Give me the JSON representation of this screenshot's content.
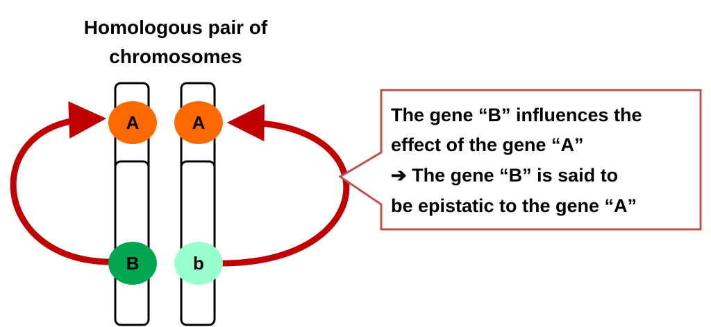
{
  "title": {
    "line1": "Homologous pair of",
    "line2": "chromosomes"
  },
  "genes": {
    "left_top": {
      "label": "A",
      "color": "#ff6a00"
    },
    "right_top": {
      "label": "A",
      "color": "#ff6a00"
    },
    "left_bottom": {
      "label": "B",
      "color": "#00a550"
    },
    "right_bottom": {
      "label": "b",
      "color": "#99ffcc"
    }
  },
  "colors": {
    "arrow": "#c00000",
    "callout_border": "#c0504d",
    "chromosome_border": "#000000"
  },
  "callout": {
    "line1": "The gene “B” influences the",
    "line2": "effect of the gene “A”",
    "line3_arrow": "➔",
    "line3": " The gene “B” is said to",
    "line4": "be epistatic to the gene “A”"
  }
}
